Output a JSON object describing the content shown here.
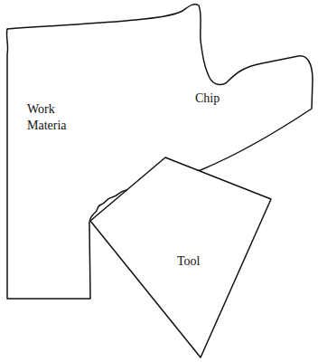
{
  "diagram": {
    "labels": [
      "Work Materia",
      "Chip",
      "Tool"
    ]
  }
}
